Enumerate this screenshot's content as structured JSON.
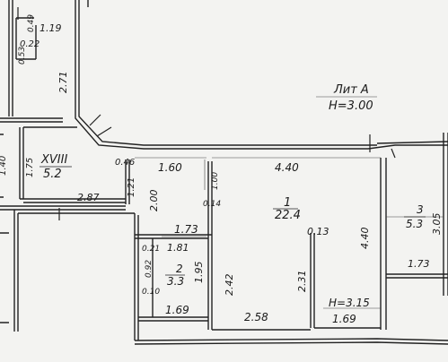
{
  "header": {
    "lit": "Лит А",
    "height": "Н=3.00"
  },
  "rooms": {
    "room_1": {
      "number": "1",
      "area": "22.4"
    },
    "room_2": {
      "number": "2",
      "area": "3.3"
    },
    "room_3": {
      "number": "3",
      "area": "5.3"
    },
    "room_xviii": {
      "number": "XVIII",
      "area": "5.2"
    }
  },
  "room_height_note": "Н=3.15",
  "dimensions": {
    "top_1_19": "1.19",
    "v_0_49": "0.49",
    "v_0_53": "0.53",
    "v_0_22": "0.22",
    "v_2_71": "2.71",
    "v_1_75": "1.75",
    "v_0_46": "0.46",
    "v_1_21": "1.21",
    "h_2_87": "2.87",
    "h_1_60": "1.60",
    "v_1_00": "1.00",
    "v_0_14": "0.14",
    "h_4_40": "4.40",
    "v_2_00": "2.00",
    "h_1_73": "1.73",
    "h_1_81": "1.81",
    "v_0_21": "0.21",
    "v_0_92": "0.92",
    "v_0_10": "0.10",
    "v_1_95": "1.95",
    "v_2_42": "2.42",
    "h_0_13": "0.13",
    "v_2_31": "2.31",
    "v_4_40": "4.40",
    "v_3_05": "3.05",
    "h_1_73_b": "1.73",
    "h_1_69": "1.69",
    "h_2_58": "2.58",
    "h_1_69_b": "1.69",
    "left_1_40": "1.40"
  }
}
